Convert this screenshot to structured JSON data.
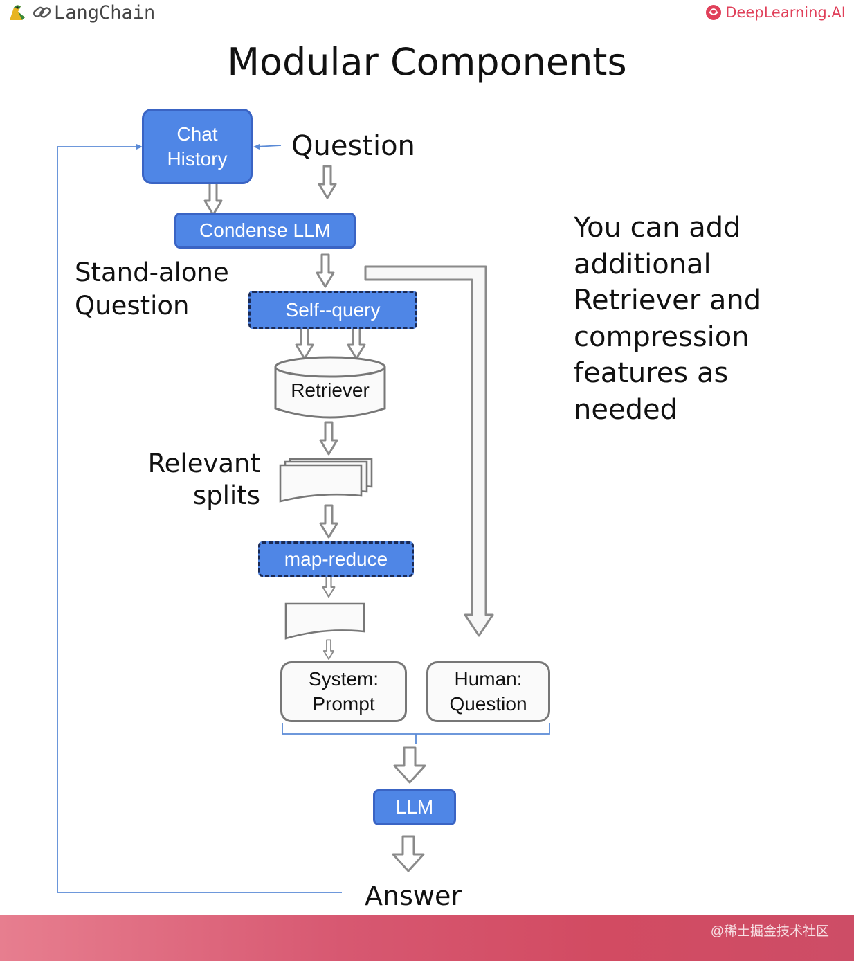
{
  "header": {
    "left_logo_text": "LangChain",
    "right_logo_text": "DeepLearning.AI"
  },
  "title": "Modular Components",
  "nodes": {
    "chat_history": "Chat\nHistory",
    "question": "Question",
    "condense_llm": "Condense LLM",
    "standalone_question": "Stand-alone\nQuestion",
    "self_query": "Self--query",
    "retriever": "Retriever",
    "relevant_splits": "Relevant\nsplits",
    "map_reduce": "map-reduce",
    "system_prompt": "System:\nPrompt",
    "human_question": "Human:\nQuestion",
    "llm": "LLM",
    "answer": "Answer"
  },
  "side_note": "You can add\nadditional\nRetriever and\ncompression\nfeatures as\nneeded",
  "watermark": "@稀土掘金技术社区",
  "colors": {
    "node_blue": "#4f86e6",
    "node_blue_border": "#3a64c4",
    "connector_blue": "#5a8ad6",
    "footer_red": "#d24b62",
    "brand_pink": "#e0405a"
  }
}
